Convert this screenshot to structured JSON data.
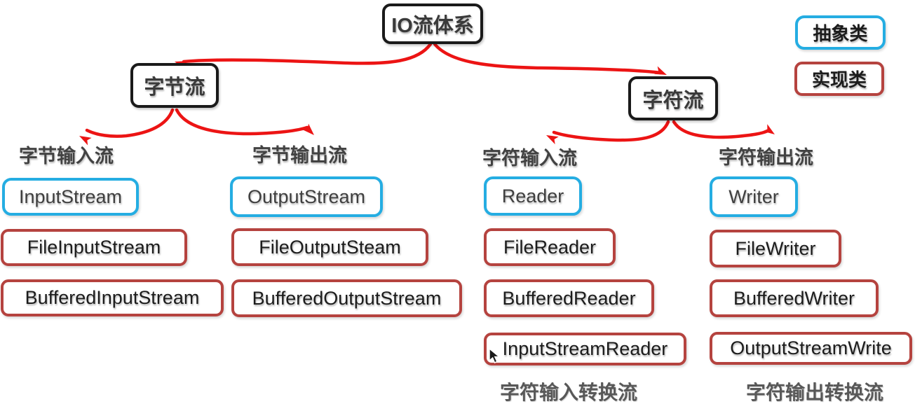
{
  "root": {
    "label": "IO流体系"
  },
  "branches": {
    "byte": {
      "label": "字节流"
    },
    "char": {
      "label": "字符流"
    }
  },
  "legend": {
    "abstract": {
      "label": "抽象类"
    },
    "implementation": {
      "label": "实现类"
    }
  },
  "columns": [
    {
      "heading": "字节输入流",
      "abstract": "InputStream",
      "implementations": [
        "FileInputStream",
        "BufferedInputStream"
      ]
    },
    {
      "heading": "字节输出流",
      "abstract": "OutputStream",
      "implementations": [
        "FileOutputSteam",
        "BufferedOutputStream"
      ]
    },
    {
      "heading": "字符输入流",
      "abstract": "Reader",
      "implementations": [
        "FileReader",
        "BufferedReader",
        "InputStreamReader"
      ],
      "footnote": "字符输入转换流"
    },
    {
      "heading": "字符输出流",
      "abstract": "Writer",
      "implementations": [
        "FileWriter",
        "BufferedWriter",
        "OutputStreamWrite"
      ],
      "footnote": "字符输出转换流"
    }
  ],
  "colors": {
    "abstract_border": "#25ade2",
    "implementation_border": "#b5433f",
    "node_border": "#1a1a1a",
    "arrow": "#ec1414",
    "background": "#ffffff"
  }
}
